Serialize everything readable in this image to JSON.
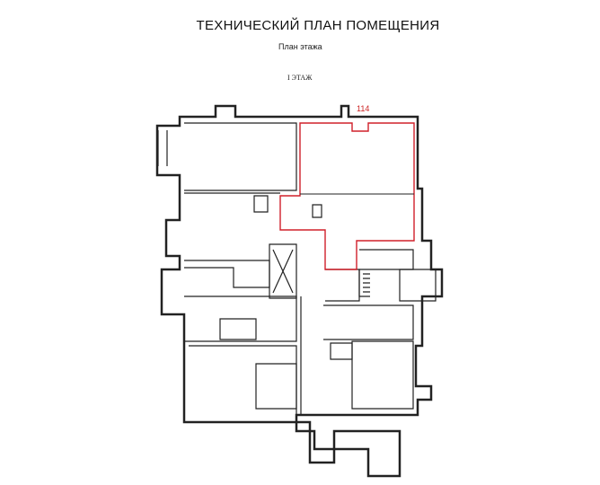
{
  "title": "ТЕХНИЧЕСКИЙ ПЛАН  ПОМЕЩЕНИЯ",
  "subtitle": "План этажа",
  "floor": "I ЭТАЖ",
  "room_number": "114",
  "colors": {
    "highlight": "#d0202a",
    "walls": "#222222"
  }
}
